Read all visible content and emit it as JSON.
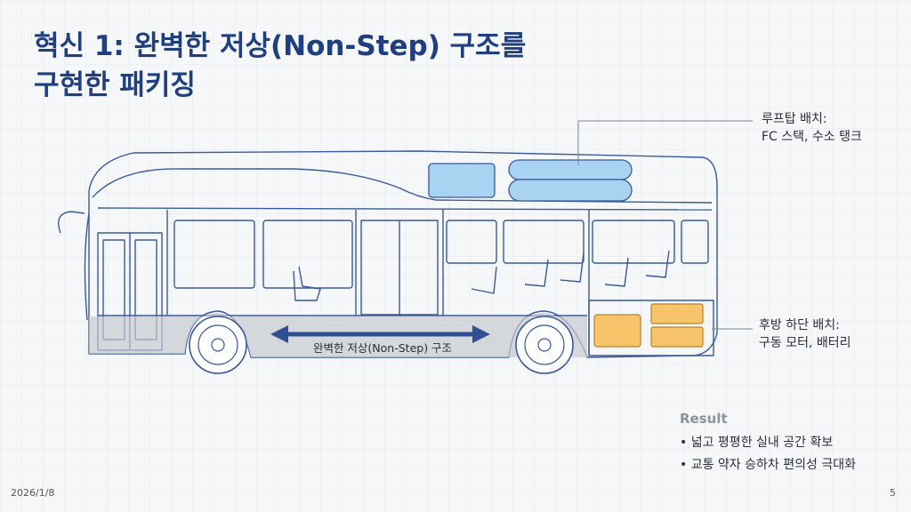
{
  "title": {
    "line1": "혁신 1: 완벽한 저상(Non-Step) 구조를",
    "line2": "구현한 패키징"
  },
  "callouts": {
    "roof": {
      "line1": "루프탑 배치:",
      "line2": "FC 스택, 수소 탱크"
    },
    "rear": {
      "line1": "후방 하단 배치:",
      "line2": "구동 모터, 배터리"
    }
  },
  "floor_arrow_label": "완벽한 저상(Non-Step) 구조",
  "result": {
    "label": "Result",
    "items": [
      "넓고 평평한 실내 공간 확보",
      "교통 약자 승하차 편의성 극대화"
    ]
  },
  "footer": {
    "date": "2026/1/8",
    "page": "5"
  },
  "colors": {
    "title": "#1f3f7f",
    "outline": "#3a5a9a",
    "tank": "#a9d3f0",
    "motor": "#f7c46a",
    "floor": "#c6c9cf",
    "arrow": "#2f4f95"
  }
}
